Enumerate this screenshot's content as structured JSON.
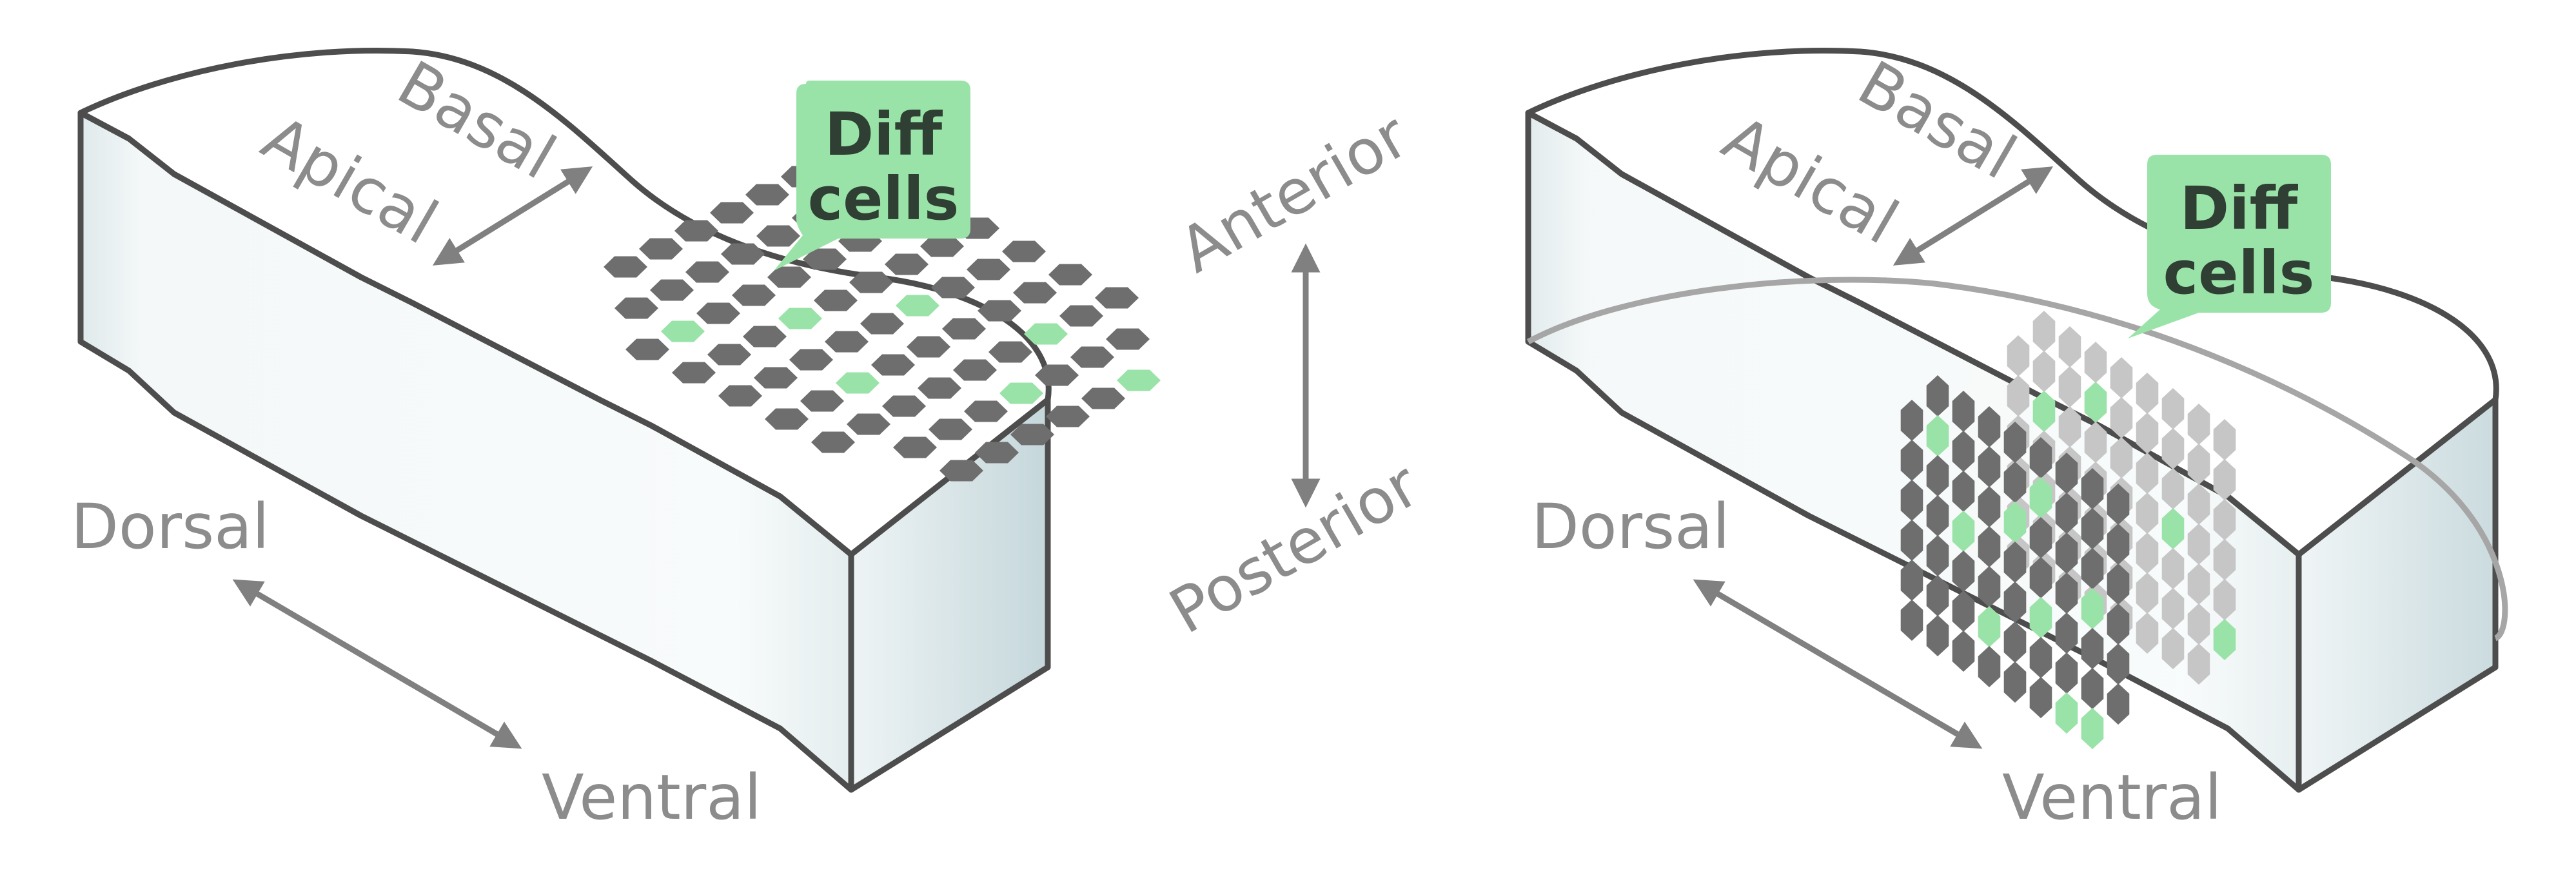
{
  "colors": {
    "outline": "#4d4d4d",
    "slab_face": "#eef3f4",
    "slab_side_dark": "#c9dade",
    "slab_top": "#ffffff",
    "cell_dark": "#6e6e6e",
    "cell_light_gray": "#c6c6c6",
    "cell_green": "#9ae3a8",
    "bubble": "#9ae3a8",
    "label": "#8c8c8c",
    "arrow": "#808080"
  },
  "left_panel": {
    "axis_labels": {
      "basal": "Basal",
      "apical": "Apical",
      "dorsal": "Dorsal",
      "ventral": "Ventral"
    },
    "bubble": {
      "line1": "Diff",
      "line2": "cells"
    }
  },
  "middle": {
    "anterior": "Anterior",
    "posterior": "Posterior"
  },
  "right_panel": {
    "axis_labels": {
      "basal": "Basal",
      "apical": "Apical",
      "dorsal": "Dorsal",
      "ventral": "Ventral"
    },
    "bubble": {
      "line1": "Diff",
      "line2": "cells"
    }
  },
  "icons": [
    "double-arrow-icon"
  ]
}
